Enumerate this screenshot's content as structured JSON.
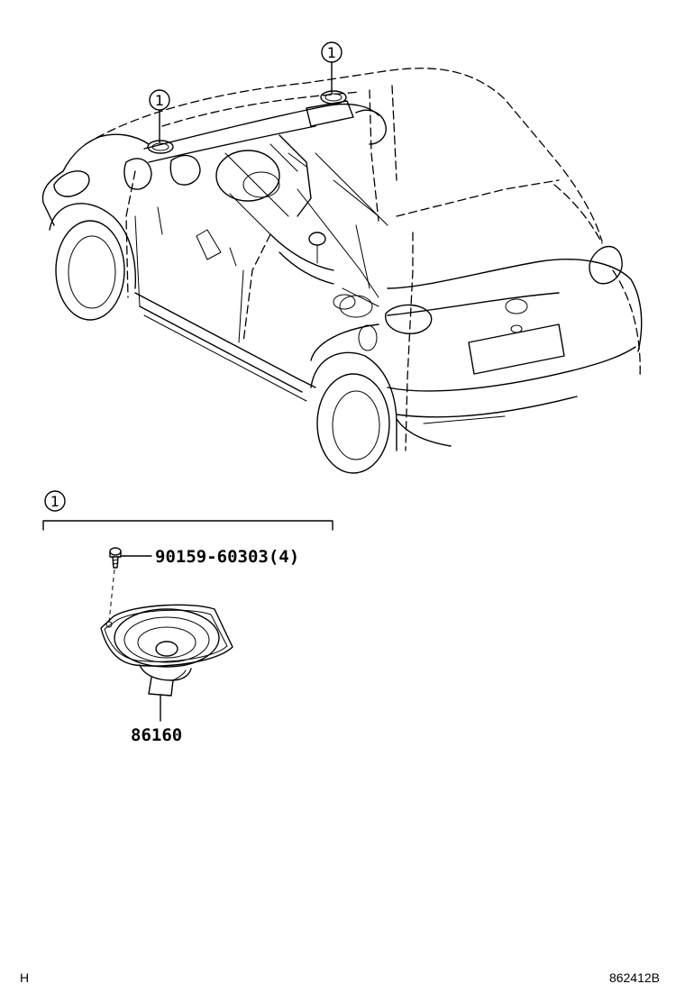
{
  "callouts": {
    "top_left": "1",
    "top_center": "1",
    "section": "1"
  },
  "parts": {
    "screw_part_number": "90159-60303(4)",
    "speaker_part_number": "86160"
  },
  "footer": {
    "left_code": "H",
    "figure_code": "862412B"
  }
}
